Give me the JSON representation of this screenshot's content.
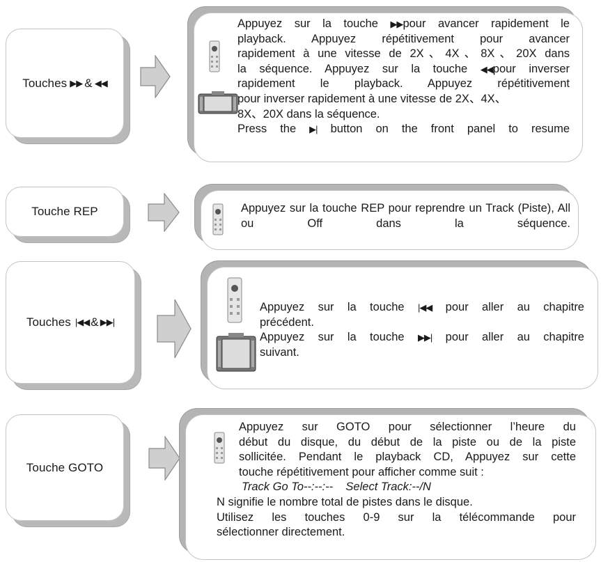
{
  "sections": [
    {
      "key_label": "Touches",
      "key_icons": [
        "fast-forward-icon",
        "rewind-icon"
      ],
      "key_sep": "&",
      "paragraphs": [
        "Appuyez sur la touche ⏩ pour avancer rapidement le playback. Appuyez répétitivement pour avancer rapidement à une vitesse de 2X、4X、8X、20X dans la séquence. Appuyez sur la touche ⏪ pour inverser rapidement le playback. Appuyez répétitivement pour inverser rapidement à une vitesse de 2X、4X、8X、20X dans la séquence.",
        "Press the ⏯ button on the front panel to resume"
      ]
    },
    {
      "key_label": "Touche REP",
      "paragraphs": [
        "Appuyez sur la touche REP pour reprendre un Track (Piste), All ou Off dans la séquence."
      ]
    },
    {
      "key_label": "Touches",
      "key_icons": [
        "previous-chapter-icon",
        "next-chapter-icon"
      ],
      "key_sep": "&",
      "paragraphs": [
        "Appuyez sur la touche ⏮ pour aller au chapitre précédent.",
        "Appuyez sur la touche ⏭ pour aller au chapitre suivant."
      ]
    },
    {
      "key_label": "Touche GOTO",
      "paragraphs": [
        "Appuyez sur GOTO pour sélectionner l’heure du début du disque, du début de la piste ou de la piste sollicitée. Pendant le playback CD, Appuyez sur cette touche répétitivement pour afficher comme suit :",
        "Track Go To--:--:--    Select Track:--/N",
        "N signifie le nombre total de pistes dans le disque.",
        "Utilisez les touches 0-9 sur la télécommande pour sélectionner directement."
      ]
    }
  ],
  "s1": {
    "l1a": "Appuyez sur la touche",
    "l1b": "pour avancer rapidement le",
    "l2": "playback. Appuyez répétitivement pour avancer",
    "l3": "rapidement à une vitesse de 2X、4X、8X、20X dans",
    "l4a": "la séquence. Appuyez sur la touche",
    "l4b": "pour inverser",
    "l5": "rapidement le playback. Appuyez répétitivement",
    "l6": "pour inverser rapidement à une vitesse de 2X、4X、",
    "l7": "8X、20X dans la séquence.",
    "l8a": "Press the",
    "l8b": "button on the front panel to resume"
  },
  "s3": {
    "l1a": "Appuyez sur la touche",
    "l1b": "pour aller au chapitre",
    "l2": "précédent.",
    "l3a": "Appuyez sur la touche",
    "l3b": "pour aller au chapitre",
    "l4": "suivant."
  },
  "s4": {
    "l1": "Appuyez sur GOTO pour sélectionner l’heure du",
    "l2": "début   du disque, du début de la piste ou de la piste",
    "l3": "sollicitée. Pendant le playback CD, Appuyez sur cette",
    "l4": "touche répétitivement pour afficher comme suit :",
    "l5": "Track Go To--:--:--    Select Track:--/N",
    "l6": "N signifie le nombre total de pistes dans le disque.",
    "l7": "Utilisez les touches 0-9 sur la télécommande pour",
    "l8": "sélectionner directement."
  },
  "colors": {
    "box_border": "#c4c4c4",
    "shadow": "#a8a8a8",
    "arrow_fill": "#cfcfcf",
    "arrow_stroke": "#8a8a8a"
  }
}
